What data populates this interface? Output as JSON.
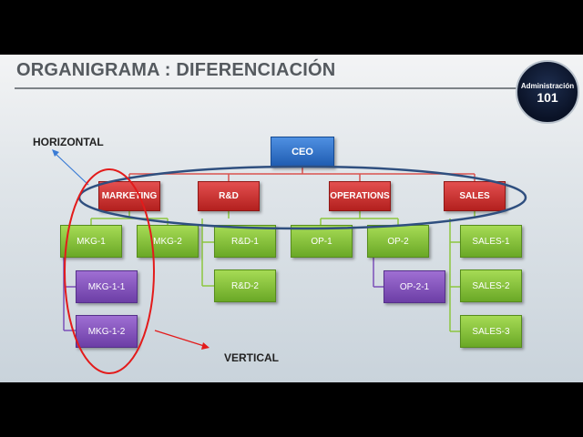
{
  "title": "ORGANIGRAMA : DIFERENCIACIÓN",
  "labels": {
    "horizontal": "HORIZONTAL",
    "vertical": "VERTICAL"
  },
  "logo": {
    "name": "Administración",
    "number": "101"
  },
  "org": {
    "ceo": "CEO",
    "departments": [
      "MARKETING",
      "R&D",
      "OPERATIONS",
      "SALES"
    ],
    "marketing": {
      "l2": [
        "MKG-1",
        "MKG-2"
      ],
      "l3": [
        "MKG-1-1",
        "MKG-1-2"
      ]
    },
    "rd": {
      "l2": [
        "R&D-1",
        "R&D-2"
      ]
    },
    "operations": {
      "l2": [
        "OP-1",
        "OP-2"
      ],
      "l3": [
        "OP-2-1"
      ]
    },
    "sales": {
      "l2": [
        "SALES-1",
        "SALES-2",
        "SALES-3"
      ]
    }
  },
  "colors": {
    "ceo": "#2e6fd0",
    "department": "#c0302e",
    "level2": "#8cc63f",
    "level3": "#7b4fb8",
    "horizontal_marker": "#2f4f7f",
    "vertical_marker": "#e31b1b"
  }
}
